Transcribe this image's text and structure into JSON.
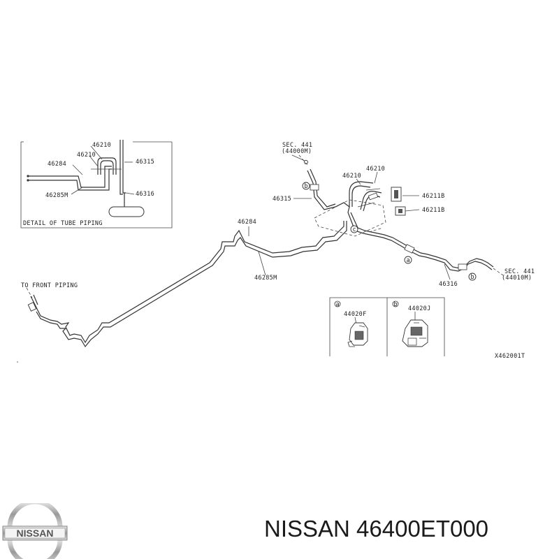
{
  "brand": {
    "logo_text": "NISSAN",
    "caption_brand": "NISSAN",
    "caption_part": "46400ET000"
  },
  "detail": {
    "title": "DETAIL OF TUBE PIPING",
    "labels": {
      "l46210a": "46210",
      "l46210b": "46210",
      "l46284": "46284",
      "l46315": "46315",
      "l46285m": "46285M",
      "l46316": "46316"
    }
  },
  "main": {
    "labels": {
      "sec_top": "SEC. 441",
      "sec_top_sub": "(44000M)",
      "l46210a": "46210",
      "l46210b": "46210",
      "l46315": "46315",
      "l46211b_a": "46211B",
      "l46211b_b": "46211B",
      "l46284": "46284",
      "l46285m": "46285M",
      "to_front": "TO FRONT PIPING",
      "sec_right": "SEC. 441",
      "sec_right_sub": "(44010M)",
      "l46316": "46316",
      "code": "X462001T"
    },
    "callouts": {
      "b1": "b",
      "c1": "c",
      "a1": "a",
      "b2": "b"
    }
  },
  "clips": {
    "left_marker": "a",
    "left_part": "44020F",
    "right_marker": "b",
    "right_part": "44020J"
  }
}
